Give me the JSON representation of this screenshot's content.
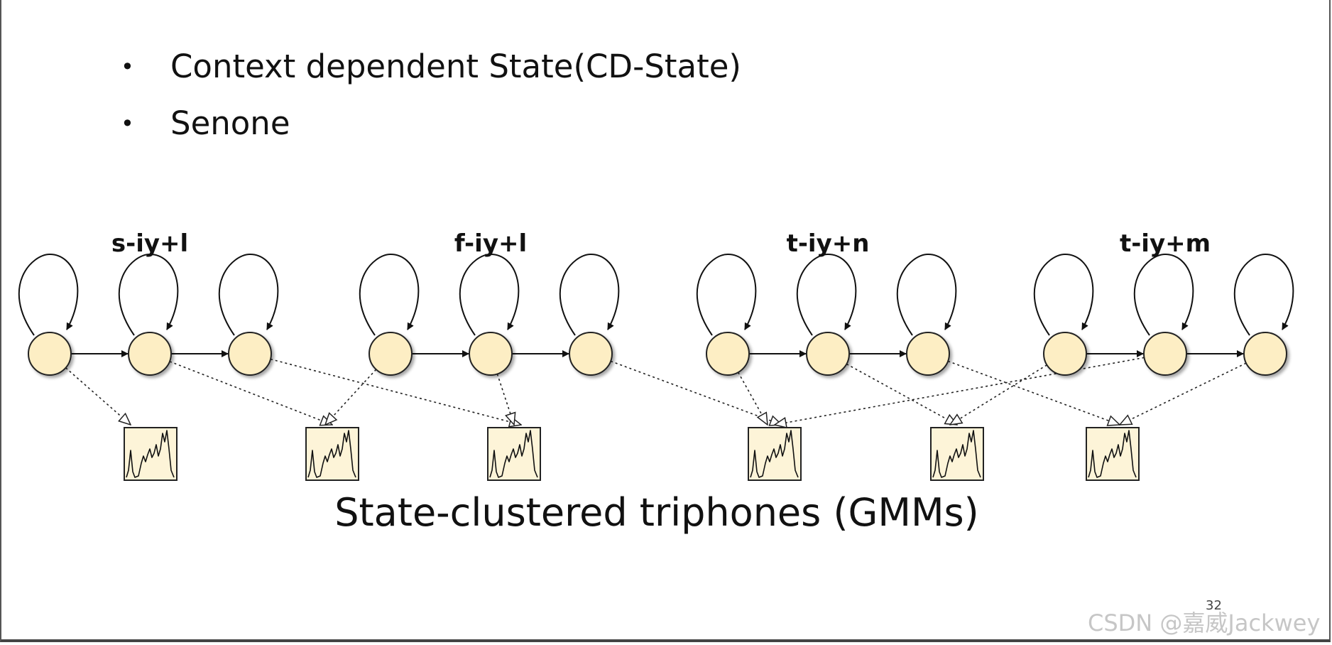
{
  "bullets": [
    {
      "text": "Context dependent State(CD-State)"
    },
    {
      "text": "Senone"
    }
  ],
  "diagram": {
    "triphones": [
      {
        "label": "s-iy+l",
        "targets": [
          0,
          1,
          2
        ]
      },
      {
        "label": "f-iy+l",
        "targets": [
          1,
          2,
          3
        ]
      },
      {
        "label": "t-iy+n",
        "targets": [
          3,
          4,
          5
        ]
      },
      {
        "label": "t-iy+m",
        "targets": [
          4,
          3,
          5
        ]
      }
    ],
    "gmm_count": 6,
    "caption": "State-clustered triphones (GMMs)",
    "colors": {
      "state_fill": "#fdeec4",
      "gmm_fill": "#fdf4d8",
      "stroke": "#222222"
    }
  },
  "page_number": "32",
  "watermark": "CSDN @嘉威Jackwey"
}
